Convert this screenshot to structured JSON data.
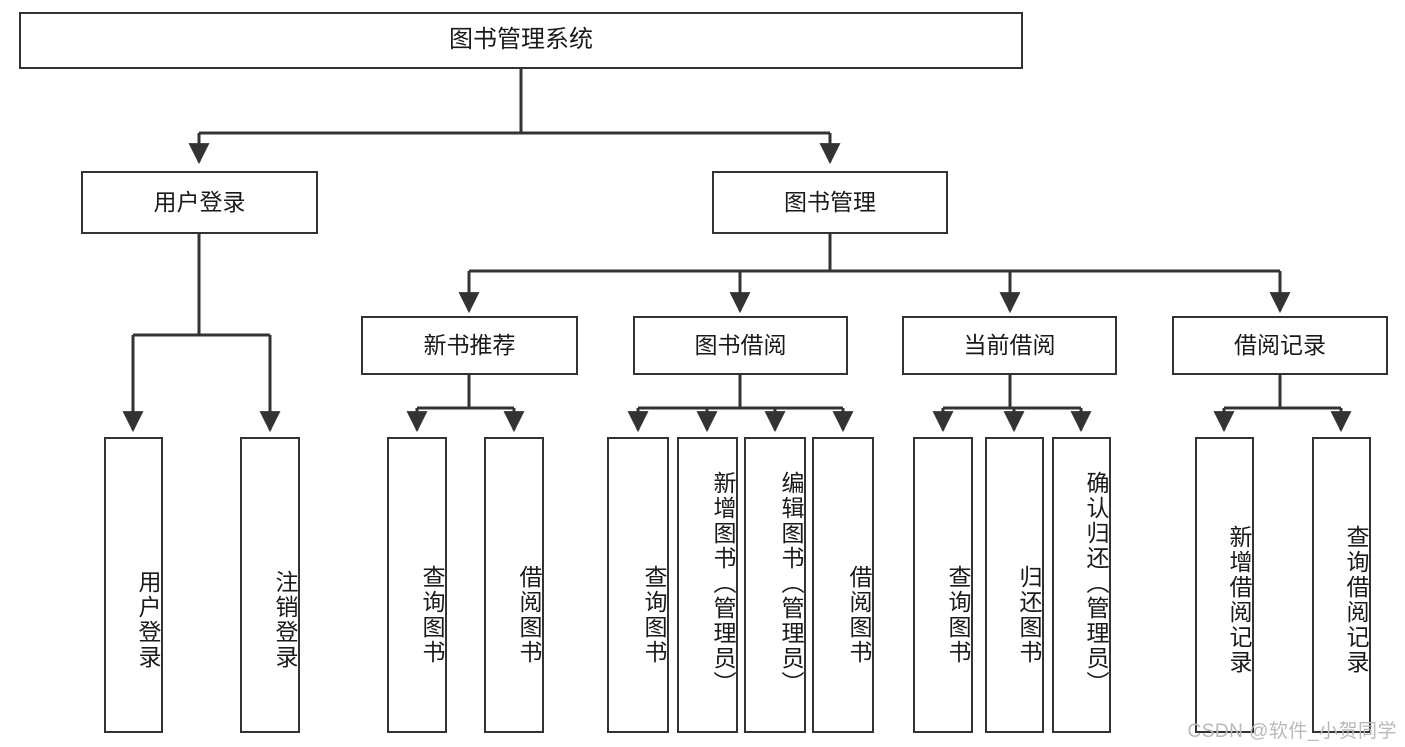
{
  "diagram": {
    "type": "tree",
    "title": "图书管理系统",
    "root": {
      "label": "图书管理系统"
    },
    "level2": [
      {
        "id": "user-login",
        "label": "用户登录"
      },
      {
        "id": "book-manage",
        "label": "图书管理"
      }
    ],
    "level3": [
      {
        "id": "new-book-recommend",
        "label": "新书推荐"
      },
      {
        "id": "book-borrow",
        "label": "图书借阅"
      },
      {
        "id": "current-borrow",
        "label": "当前借阅"
      },
      {
        "id": "borrow-record",
        "label": "借阅记录"
      }
    ],
    "leaves": {
      "user_login": [
        {
          "id": "leaf-user-login",
          "label": "用户登录"
        },
        {
          "id": "leaf-logout-login",
          "label": "注销登录"
        }
      ],
      "new_book_recommend": [
        {
          "id": "leaf-query-book-1",
          "label": "查询图书"
        },
        {
          "id": "leaf-borrow-book-1",
          "label": "借阅图书"
        }
      ],
      "book_borrow": [
        {
          "id": "leaf-query-book-2",
          "label": "查询图书"
        },
        {
          "id": "leaf-add-book",
          "label": "新增图书（管理员）"
        },
        {
          "id": "leaf-edit-book",
          "label": "编辑图书（管理员）"
        },
        {
          "id": "leaf-borrow-book-2",
          "label": "借阅图书"
        }
      ],
      "current_borrow": [
        {
          "id": "leaf-query-book-3",
          "label": "查询图书"
        },
        {
          "id": "leaf-return-book",
          "label": "归还图书"
        },
        {
          "id": "leaf-confirm-return",
          "label": "确认归还（管理员）"
        }
      ],
      "borrow_record": [
        {
          "id": "leaf-add-borrow-record",
          "label": "新增借阅记录"
        },
        {
          "id": "leaf-query-borrow-record",
          "label": "查询借阅记录"
        }
      ]
    },
    "colors": {
      "stroke": "#333333",
      "background": "#ffffff",
      "text": "#1a1a1a",
      "watermark": "#b9b9b9"
    }
  },
  "watermark": {
    "text": "CSDN @软件_小贺同学"
  }
}
